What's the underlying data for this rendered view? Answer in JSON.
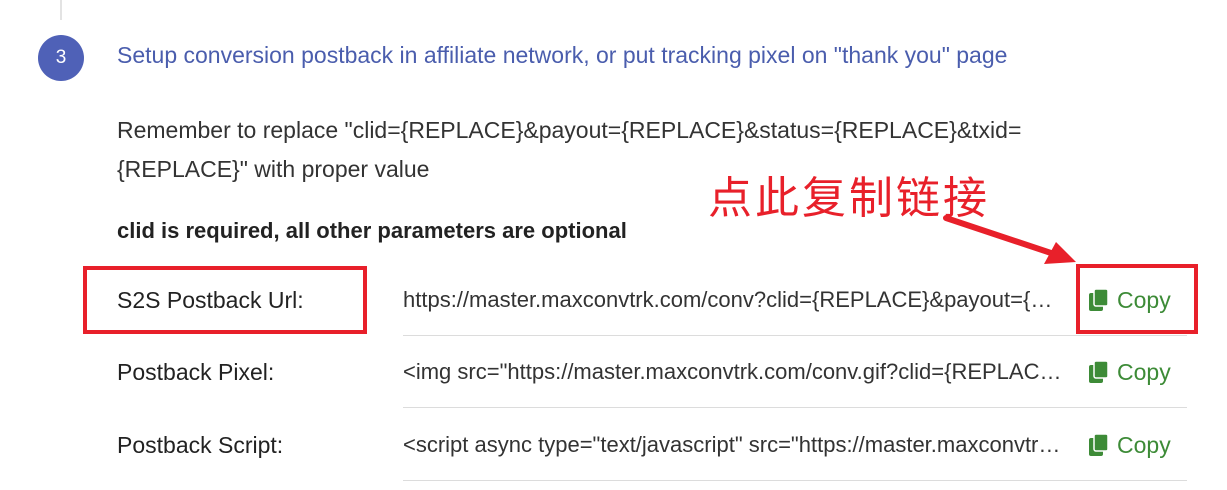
{
  "step": {
    "number": "3",
    "title": "Setup conversion postback in affiliate network, or put tracking pixel on \"thank you\" page"
  },
  "instruction": "Remember to replace \"clid={REPLACE}&payout={REPLACE}&status={REPLACE}&txid={REPLACE}\" with proper value",
  "required_note": "clid is required, all other parameters are optional",
  "annotation": {
    "text": "点此复制链接",
    "color": "#e8202a"
  },
  "rows": [
    {
      "label": "S2S Postback Url:",
      "value": "https://master.maxconvtrk.com/conv?clid={REPLACE}&payout={REPLACE}&status={REPLACE}&txid={REPLACE}",
      "copy_label": "Copy"
    },
    {
      "label": "Postback Pixel:",
      "value": "<img src=\"https://master.maxconvtrk.com/conv.gif?clid={REPLACE}&payout={REPLACE}\" width=\"1\" height=\"1\"/>",
      "copy_label": "Copy"
    },
    {
      "label": "Postback Script:",
      "value": "<script async type=\"text/javascript\" src=\"https://master.maxconvtrk.com/conv.js?clid={REPLACE}\">",
      "copy_label": "Copy"
    }
  ],
  "colors": {
    "accent": "#4f61b7",
    "copy": "#3d8b37",
    "highlight": "#e8202a"
  },
  "icons": {
    "copy": "copy-icon"
  }
}
